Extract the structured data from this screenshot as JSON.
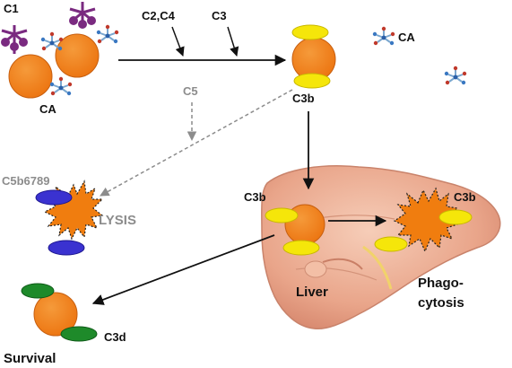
{
  "labels": {
    "c1": "C1",
    "ca_left": "CA",
    "c2c4": "C2,C4",
    "c3": "C3",
    "ca_right": "CA",
    "c3b_top": "C3b",
    "c5": "C5",
    "c5b6789": "C5b6789",
    "lysis": "LYSIS",
    "c3b_liver_left": "C3b",
    "c3b_liver_right": "C3b",
    "liver": "Liver",
    "phago_line1": "Phago-",
    "phago_line2": "cytosis",
    "c3d": "C3d",
    "survival": "Survival"
  },
  "colors": {
    "cell": "#f07d0f",
    "c3b": "#f5e60a",
    "c5b6789": "#3a32d0",
    "c3d": "#1e8a2a",
    "c1": "#7a2a80",
    "antibody_blue": "#4a8fc8",
    "antibody_red": "#c0392b",
    "liver": "#eaa890",
    "pathway_gray": "#8c8c8c"
  }
}
